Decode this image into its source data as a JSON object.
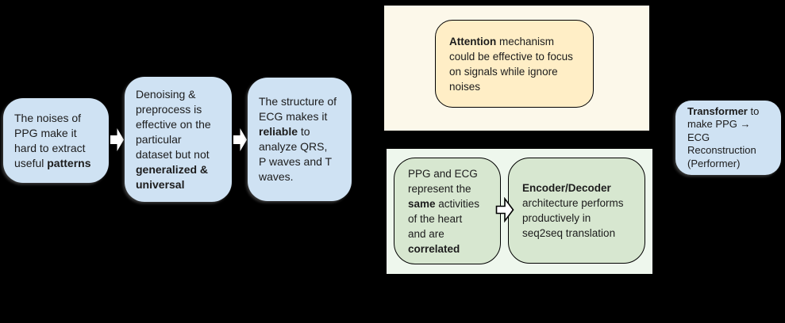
{
  "colors": {
    "background": "#000000",
    "blue_box": "#cfe2f3",
    "yellow_box": "#ffeec6",
    "cream_panel": "#fcf8ea",
    "green_panel": "#eef7ed",
    "green_box": "#d7e7d0",
    "border_black": "#000000",
    "arrow_white": "#ffffff",
    "text": "#1c1c1c"
  },
  "flow": {
    "box1": {
      "lines": [
        [
          {
            "t": "The noises of"
          }
        ],
        [
          {
            "t": "PPG make it"
          }
        ],
        [
          {
            "t": "hard to extract"
          }
        ],
        [
          {
            "t": "useful "
          },
          {
            "t": "patterns",
            "b": true
          }
        ]
      ]
    },
    "box2": {
      "lines": [
        [
          {
            "t": "Denoising &"
          }
        ],
        [
          {
            "t": "preprocess is"
          }
        ],
        [
          {
            "t": "effective on the"
          }
        ],
        [
          {
            "t": "particular"
          }
        ],
        [
          {
            "t": "dataset but not"
          }
        ],
        [
          {
            "t": "generalized &",
            "b": true
          }
        ],
        [
          {
            "t": "universal",
            "b": true
          }
        ]
      ]
    },
    "box3": {
      "lines": [
        [
          {
            "t": "The structure of"
          }
        ],
        [
          {
            "t": "ECG makes it"
          }
        ],
        [
          {
            "t": "reliable",
            "b": true
          },
          {
            "t": " to"
          }
        ],
        [
          {
            "t": "analyze QRS,"
          }
        ],
        [
          {
            "t": "P waves and T"
          }
        ],
        [
          {
            "t": "waves."
          }
        ]
      ]
    }
  },
  "attention": {
    "box": {
      "lines": [
        [
          {
            "t": "Attention",
            "b": true
          },
          {
            "t": " mechanism"
          }
        ],
        [
          {
            "t": "could be effective to focus"
          }
        ],
        [
          {
            "t": "on signals while ignore"
          }
        ],
        [
          {
            "t": "noises"
          }
        ]
      ]
    }
  },
  "correlation": {
    "box1": {
      "lines": [
        [
          {
            "t": "PPG and ECG"
          }
        ],
        [
          {
            "t": "represent the"
          }
        ],
        [
          {
            "t": "same",
            "b": true
          },
          {
            "t": " activities"
          }
        ],
        [
          {
            "t": "of the heart"
          }
        ],
        [
          {
            "t": "and are"
          }
        ],
        [
          {
            "t": "correlated",
            "b": true
          }
        ]
      ]
    },
    "box2": {
      "lines": [
        [
          {
            "t": "Encoder/Decoder",
            "b": true
          }
        ],
        [
          {
            "t": "architecture performs"
          }
        ],
        [
          {
            "t": "productively in"
          }
        ],
        [
          {
            "t": "seq2seq translation"
          }
        ]
      ]
    }
  },
  "solution": {
    "box": {
      "lines": [
        [
          {
            "t": "Transformer",
            "b": true
          },
          {
            "t": " to"
          }
        ],
        [
          {
            "t": "make PPG →"
          }
        ],
        [
          {
            "t": "ECG"
          }
        ],
        [
          {
            "t": "Reconstruction"
          }
        ],
        [
          {
            "t": "(Performer)"
          }
        ]
      ]
    }
  },
  "icons": {
    "flow_arrow": "right-block-arrow",
    "correlation_arrow": "right-outline-arrow"
  }
}
